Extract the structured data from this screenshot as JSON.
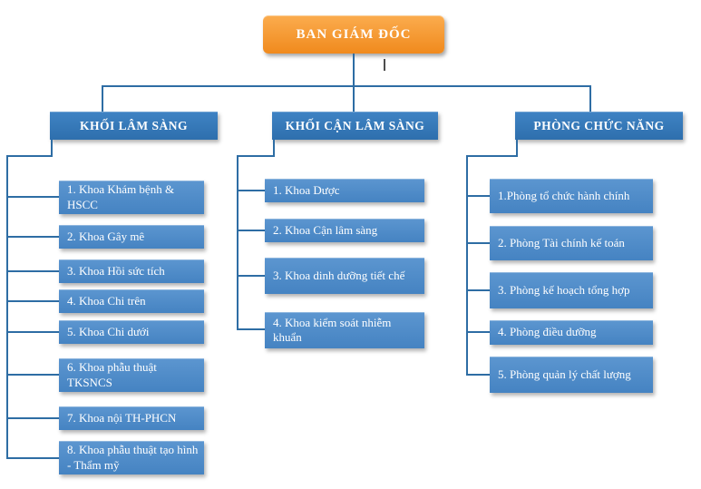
{
  "root": {
    "label": "BAN GIÁM ĐỐC"
  },
  "columns": [
    {
      "header": "KHỐI LÂM SÀNG",
      "items": [
        "1. Khoa Khám bệnh & HSCC",
        "2. Khoa Gây mê",
        "3. Khoa Hồi sức tích",
        "4. Khoa Chi trên",
        "5. Khoa Chi dưới",
        "6. Khoa phẫu thuật TKSNCS",
        "7. Khoa nội TH-PHCN",
        "8. Khoa phẫu thuật tạo hình - Thẩm mỹ"
      ]
    },
    {
      "header": "KHỐI CẬN LÂM SÀNG",
      "items": [
        "1. Khoa Dược",
        "2. Khoa Cận lâm sàng",
        "3. Khoa dinh dưỡng tiết chế",
        "4. Khoa kiểm soát nhiễm khuẩn"
      ]
    },
    {
      "header": "PHÒNG CHỨC NĂNG",
      "items": [
        "1.Phòng tổ chức hành chính",
        "2. Phòng Tài chính kế toán",
        "3. Phòng kế hoạch tổng hợp",
        "4. Phòng điều dưỡng",
        "5. Phòng quản lý chất lượng"
      ]
    }
  ],
  "colors": {
    "root_bg_top": "#FBAC4E",
    "root_bg_bottom": "#F08A1D",
    "header_bg_top": "#3F83C4",
    "header_bg_bottom": "#2E6FAD",
    "item_bg_top": "#5C96D0",
    "item_bg_bottom": "#4583C2",
    "line": "#2E6DA4"
  }
}
